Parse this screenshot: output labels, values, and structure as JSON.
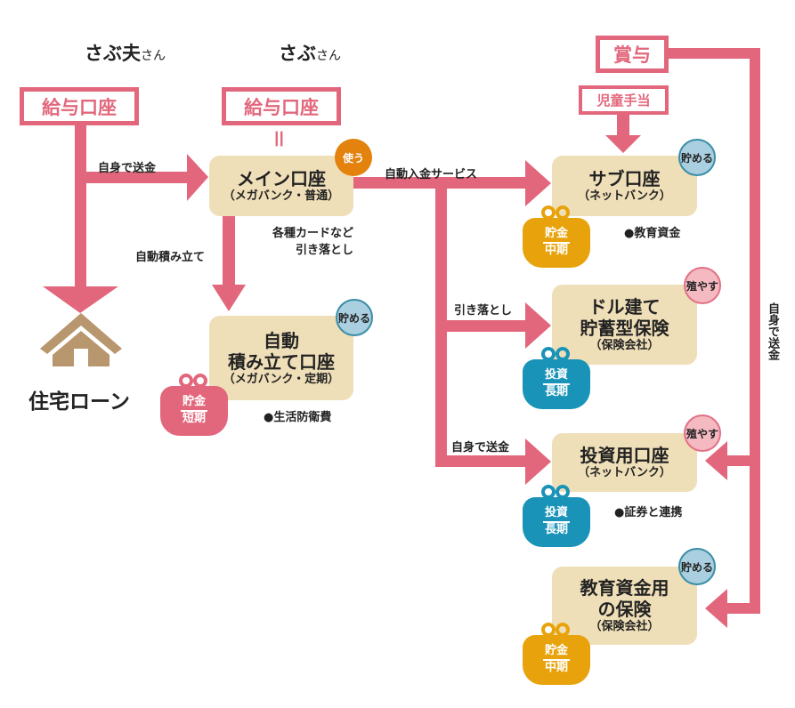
{
  "people": {
    "husband": {
      "name": "さぶ夫",
      "suffix": "さん"
    },
    "wife": {
      "name": "さぶ",
      "suffix": "さん"
    }
  },
  "sources": {
    "husband_salary": "給与口座",
    "wife_salary": "給与口座",
    "bonus": "賞与",
    "child_allowance": "児童手当",
    "equals": "＝"
  },
  "labels": {
    "self_transfer_1": "自身で送金",
    "auto_saving": "自動積み立て",
    "card_debit_1": "各種カードなど",
    "card_debit_2": "引き落とし",
    "auto_deposit": "自動入金サービス",
    "debit": "引き落とし",
    "self_transfer_2": "自身で送金",
    "self_transfer_vertical": "自身で送金"
  },
  "house": {
    "label": "住宅ローン"
  },
  "accounts": [
    {
      "title": "メイン口座",
      "sub": "（メガバンク・普通）",
      "badge": "使う"
    },
    {
      "title1": "自動",
      "title": "積み立て口座",
      "sub": "（メガバンク・定期）",
      "badge": "貯める",
      "note": "●生活防衛費",
      "purse": [
        "貯金",
        "短期"
      ]
    },
    {
      "title": "サブ口座",
      "sub": "（ネットバンク）",
      "badge": "貯める",
      "note": "●教育資金",
      "purse": [
        "貯金",
        "中期"
      ]
    },
    {
      "title1": "ドル建て",
      "title": "貯蓄型保険",
      "sub": "（保険会社）",
      "badge": "殖やす",
      "purse": [
        "投資",
        "長期"
      ]
    },
    {
      "title": "投資用口座",
      "sub": "（ネットバンク）",
      "badge": "殖やす",
      "note": "●証券と連携",
      "purse": [
        "投資",
        "長期"
      ]
    },
    {
      "title1": "教育資金用",
      "title": "の保険",
      "sub": "（保険会社）",
      "badge": "貯める",
      "purse": [
        "貯金",
        "中期"
      ]
    }
  ],
  "colors": {
    "arrow": "#e2677c",
    "account": "#efdfb8",
    "use": "#e3820c",
    "save": "#aacfe0",
    "grow": "#f5b9c2",
    "purse_short": "#e2677c",
    "purse_mid": "#e8a30c",
    "purse_long": "#1a93b8",
    "house": "#b8966e"
  }
}
